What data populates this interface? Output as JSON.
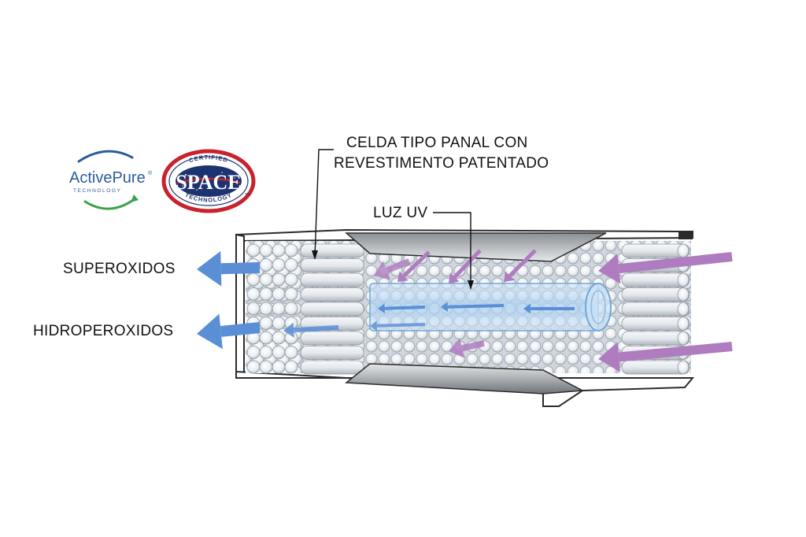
{
  "labels": {
    "honeycomb_line1": "CELDA TIPO PANAL CON",
    "honeycomb_line2": "REVESTIMENTO PATENTADO",
    "uv_light": "LUZ UV",
    "output_top": "SUPEROXIDOS",
    "output_bottom": "HIDROPEROXIDOS"
  },
  "logos": {
    "activepure": {
      "name": "ActivePure",
      "registered": "®",
      "tagline": "TECHNOLOGY"
    },
    "space": {
      "word": "SPACE",
      "top_arc": "CERTIFIED",
      "bottom_arc": "TECHNOLOGY",
      "trademark": "TM"
    }
  },
  "colors": {
    "outgoing_arrow": "#5a8fd6",
    "incoming_arrow": "#b07cc0",
    "uv_tube": "#a9cff2",
    "housing_stroke": "#2b2b2b",
    "activepure_blue": "#2a5c9e",
    "activepure_green": "#3aa14a",
    "space_red": "#c8232c",
    "space_navy": "#1d3370"
  }
}
